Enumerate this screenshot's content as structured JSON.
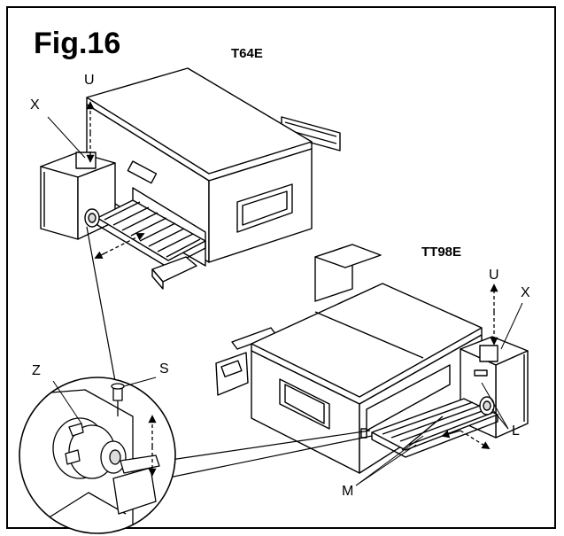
{
  "figure": {
    "title": "Fig.16"
  },
  "models": {
    "top": "T64E",
    "bottom": "TT98E"
  },
  "labels": {
    "top_u": "U",
    "top_x": "X",
    "bottom_u": "U",
    "bottom_x": "X",
    "l": "L",
    "m": "M",
    "z": "Z",
    "s": "S"
  },
  "colors": {
    "line": "#000000",
    "background": "#ffffff",
    "shade": "#dcdcdc"
  }
}
